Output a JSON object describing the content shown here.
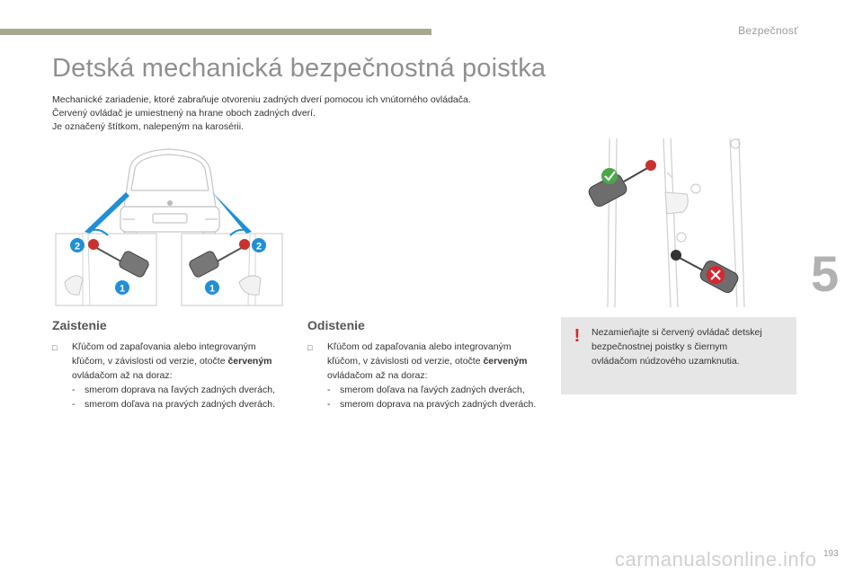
{
  "header": {
    "section": "Bezpečnosť",
    "chapter_number": "5"
  },
  "title": "Detská mechanická bezpečnostná poistka",
  "intro": [
    "Mechanické zariadenie, ktoré zabraňuje otvoreniu zadných dverí pomocou ich vnútorného ovládača.",
    "Červený ovládač je umiestnený na hrane oboch zadných dverí.",
    "Je označený štítkom, nalepeným na karosérii."
  ],
  "illustration": {
    "callout_1": "1",
    "callout_2": "2"
  },
  "lock": {
    "heading": "Zaistenie",
    "bullet_icon": "checkbox-bullet",
    "text_before": "Kľúčom od zapaľovania alebo integrovaným kľúčom, v závislosti od verzie, otočte ",
    "text_bold": "červeným",
    "text_after": " ovládačom až na doraz:",
    "items": [
      "smerom doprava na ľavých zadných dverách,",
      "smerom doľava na pravých zadných dverách."
    ]
  },
  "unlock": {
    "heading": "Odistenie",
    "bullet_icon": "checkbox-bullet",
    "text_before": "Kľúčom od zapaľovania alebo integrovaným kľúčom, v závislosti od verzie, otočte ",
    "text_bold": "červeným",
    "text_after": " ovládačom až na doraz:",
    "items": [
      "smerom doľava na ľavých zadných dverách,",
      "smerom doprava na pravých zadných dverách."
    ]
  },
  "warning": {
    "icon": "exclamation-icon",
    "text": "Nezamieňajte si červený ovládač detskej bezpečnostnej poistky s čiernym ovládačom núdzového uzamknutia."
  },
  "footer": {
    "watermark": "carmanualsonline.info",
    "page_number": "193"
  },
  "colors": {
    "accent_bar": "#a7a88e",
    "red_control": "#c8322e",
    "check_green": "#4aa84a",
    "callout_blue": "#1f8fd6",
    "warning_bg": "#e6e6e6"
  }
}
